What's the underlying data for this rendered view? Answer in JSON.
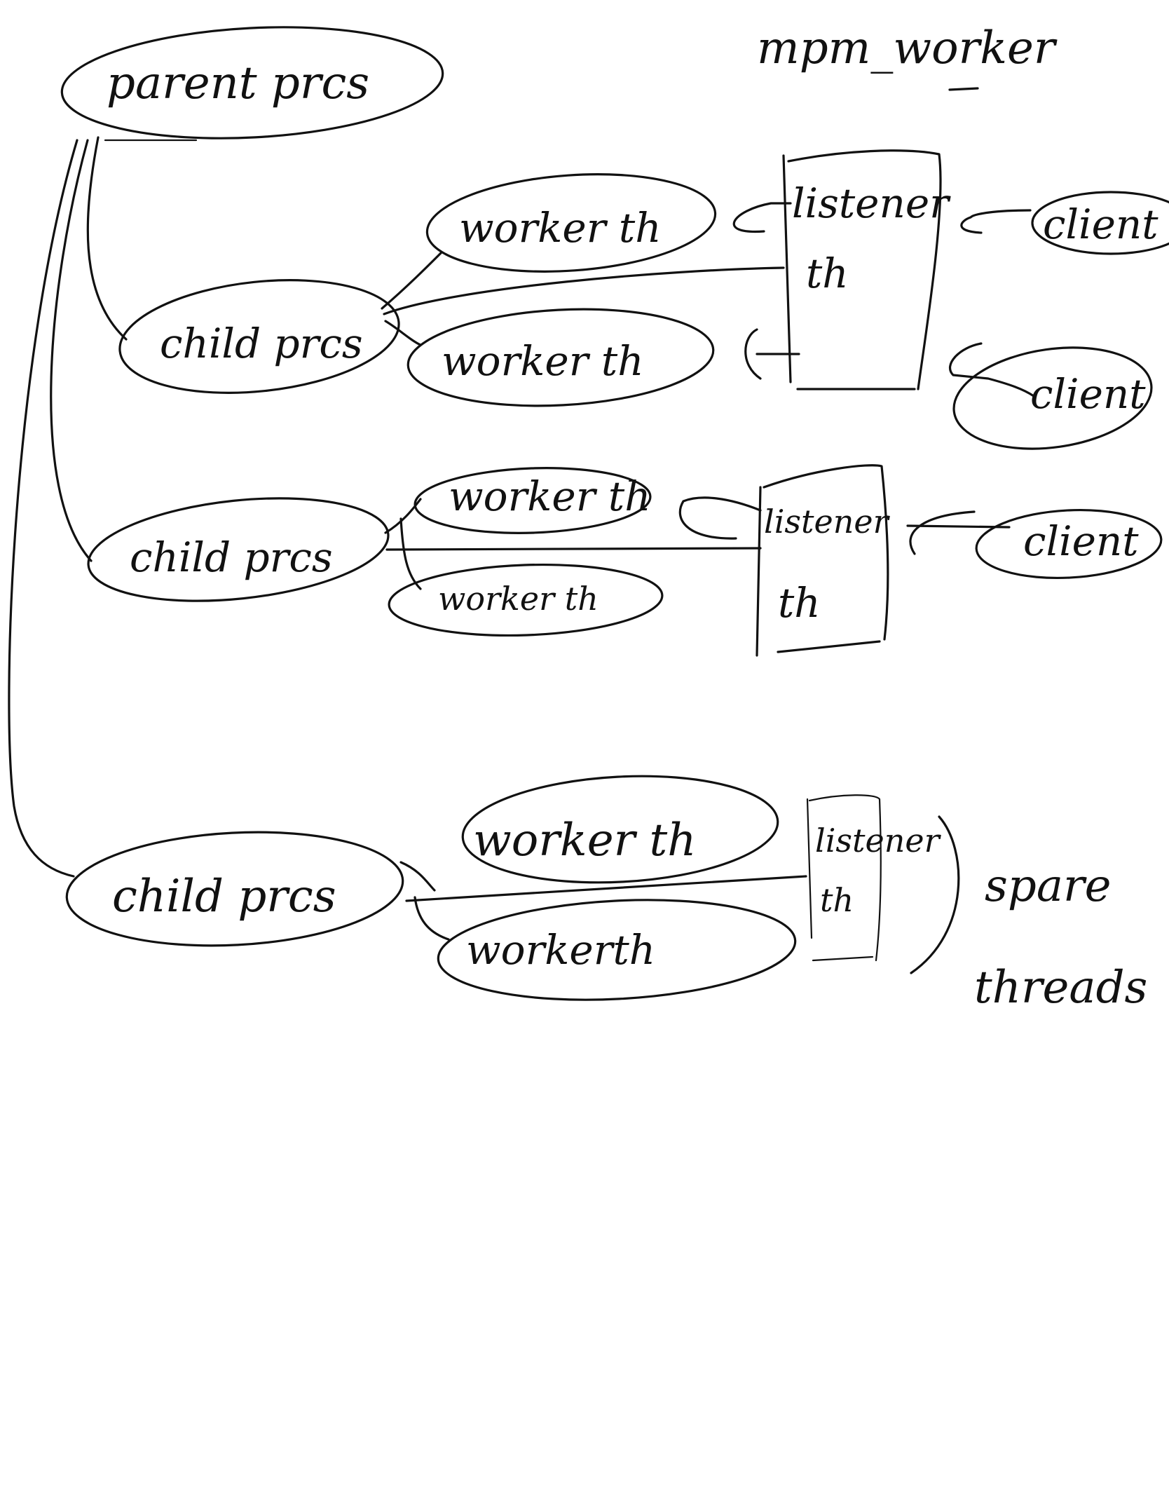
{
  "title": "mpm_worker",
  "nodes": {
    "parent": "parent prcs",
    "child_1": "child prcs",
    "child_2": "child prcs",
    "child_3": "child prcs",
    "worker_1a": "worker th",
    "worker_1b": "worker th",
    "worker_2a": "worker th",
    "worker_2b": "worker th",
    "worker_3a": "worker th",
    "worker_3b": "workerth",
    "listener_1_line1": "listener",
    "listener_1_line2": "th",
    "listener_2_line1": "listener",
    "listener_2_line2": "th",
    "listener_3_line1": "listener",
    "listener_3_line2": "th",
    "client_1": "client",
    "client_2": "client",
    "client_3": "client"
  },
  "annotation": {
    "line1": "spare",
    "line2": "threads"
  }
}
